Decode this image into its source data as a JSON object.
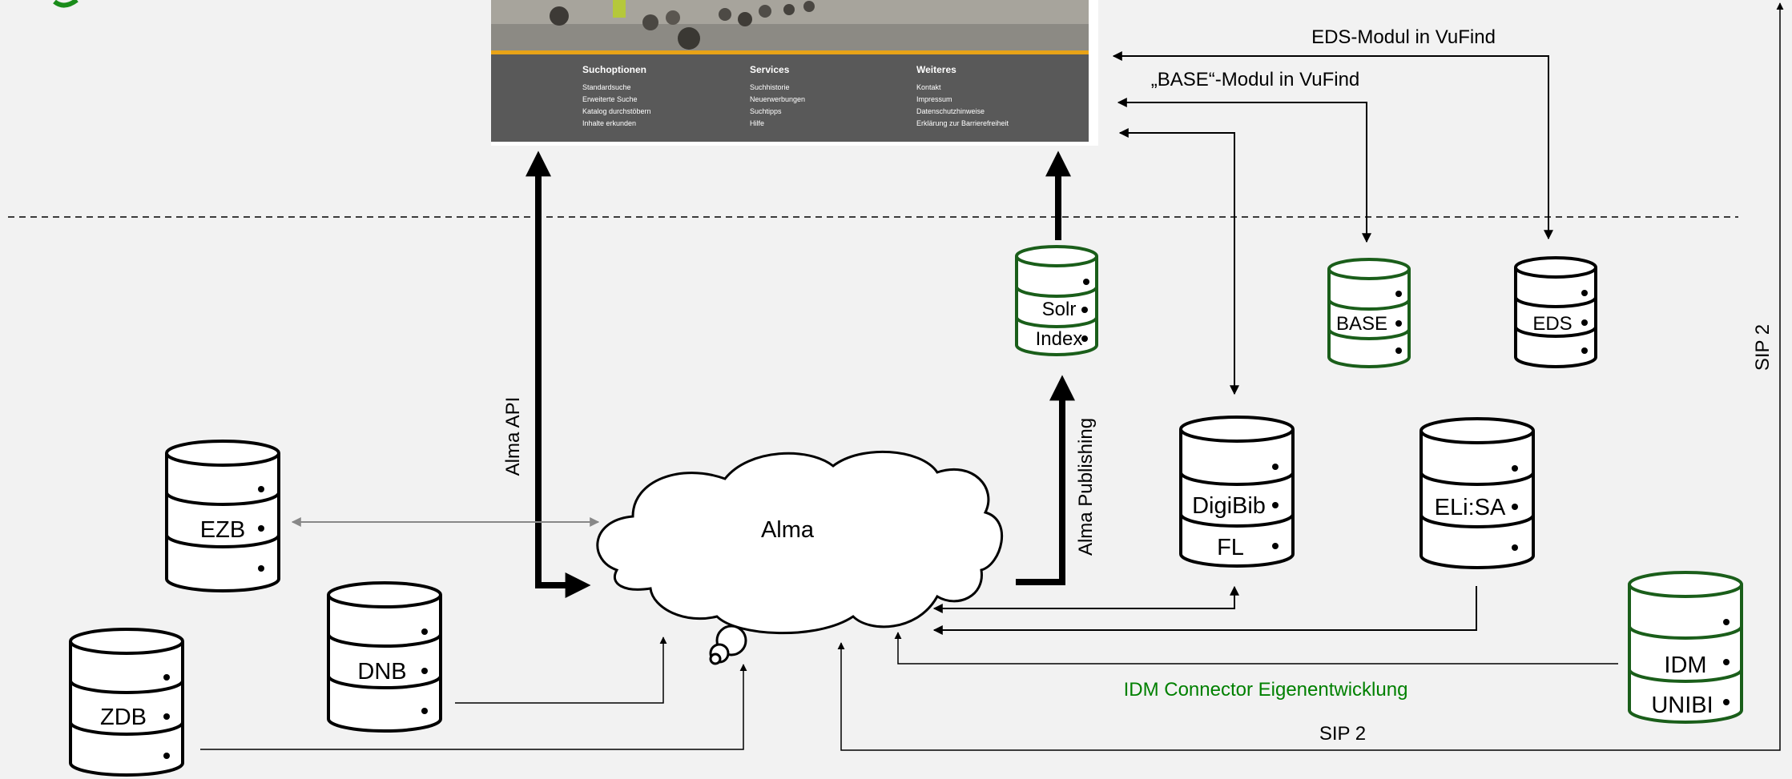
{
  "colors": {
    "background": "#f2f2f2",
    "accent_green": "#1a5e1a",
    "label_green": "#008000",
    "footer_gray": "#595959",
    "accent_orange": "#e8a317",
    "bidirectional_arrow": "#888888"
  },
  "screenshot": {
    "footer_columns": [
      {
        "heading": "Suchoptionen",
        "items": [
          "Standardsuche",
          "Erweiterte Suche",
          "Katalog durchstöbern",
          "Inhalte erkunden"
        ]
      },
      {
        "heading": "Services",
        "items": [
          "Suchhistorie",
          "Neuerwerbungen",
          "Suchtipps",
          "Hilfe"
        ]
      },
      {
        "heading": "Weiteres",
        "items": [
          "Kontakt",
          "Impressum",
          "Datenschutzhinweise",
          "Erklärung zur Barrierefreiheit"
        ]
      }
    ]
  },
  "databases": {
    "ezb": "EZB",
    "dnb": "DNB",
    "zdb": "ZDB",
    "solr_line1": "Solr",
    "solr_line2": "Index",
    "base": "BASE",
    "eds": "EDS",
    "digibib_line1": "DigiBib",
    "digibib_line2": "FL",
    "elisa": "ELi:SA",
    "idm_line1": "IDM",
    "idm_line2": "UNIBI"
  },
  "cloud": {
    "label": "Alma"
  },
  "labels": {
    "eds_modul": "EDS-Modul in VuFind",
    "base_modul": "„BASE“-Modul in VuFind",
    "alma_api": "Alma API",
    "alma_publishing": "Alma Publishing",
    "sip2_right": "SIP 2",
    "sip2_bottom": "SIP 2",
    "idm_connector": "IDM Connector Eigenentwicklung"
  }
}
